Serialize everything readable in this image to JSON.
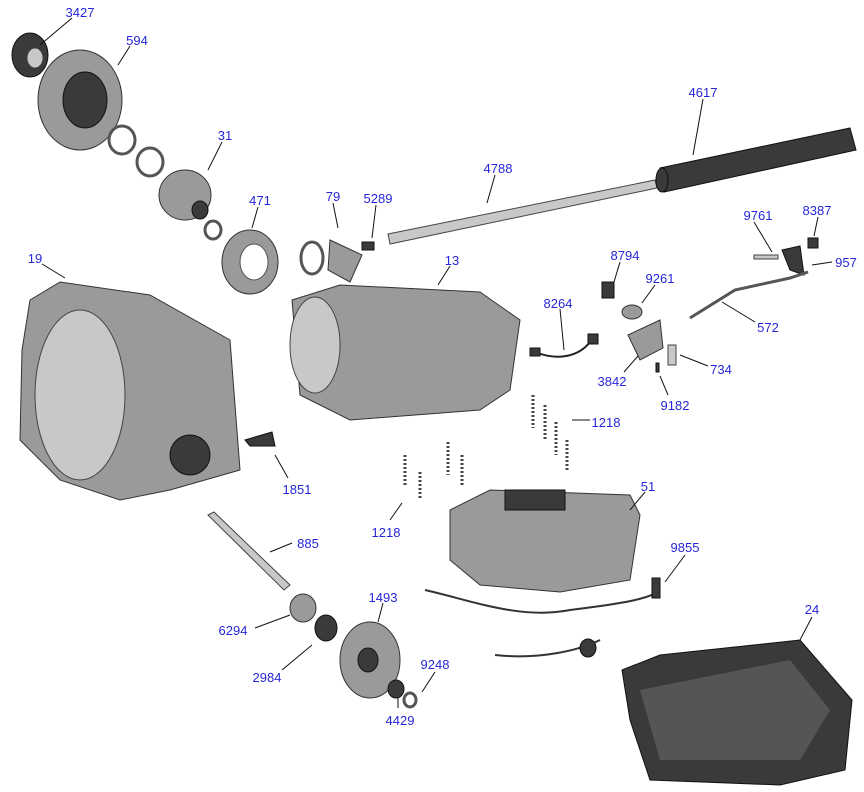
{
  "diagram": {
    "title": "Transmission exploded parts view",
    "label_color": "#2626d9",
    "callouts": [
      {
        "id": "c3427",
        "text": "3427"
      },
      {
        "id": "c594",
        "text": "594"
      },
      {
        "id": "c31",
        "text": "31"
      },
      {
        "id": "c471",
        "text": "471"
      },
      {
        "id": "c79",
        "text": "79"
      },
      {
        "id": "c5289",
        "text": "5289"
      },
      {
        "id": "c4788",
        "text": "4788"
      },
      {
        "id": "c4617",
        "text": "4617"
      },
      {
        "id": "c9761",
        "text": "9761"
      },
      {
        "id": "c8387",
        "text": "8387"
      },
      {
        "id": "c957",
        "text": "957"
      },
      {
        "id": "c19",
        "text": "19"
      },
      {
        "id": "c13",
        "text": "13"
      },
      {
        "id": "c8794",
        "text": "8794"
      },
      {
        "id": "c9261",
        "text": "9261"
      },
      {
        "id": "c8264",
        "text": "8264"
      },
      {
        "id": "c572",
        "text": "572"
      },
      {
        "id": "c3842",
        "text": "3842"
      },
      {
        "id": "c734",
        "text": "734"
      },
      {
        "id": "c9182",
        "text": "9182"
      },
      {
        "id": "c1218a",
        "text": "1218"
      },
      {
        "id": "c1851",
        "text": "1851"
      },
      {
        "id": "c1218b",
        "text": "1218"
      },
      {
        "id": "c51",
        "text": "51"
      },
      {
        "id": "c885",
        "text": "885"
      },
      {
        "id": "c9855",
        "text": "9855"
      },
      {
        "id": "c1493",
        "text": "1493"
      },
      {
        "id": "c24",
        "text": "24"
      },
      {
        "id": "c6294",
        "text": "6294"
      },
      {
        "id": "c2984",
        "text": "2984"
      },
      {
        "id": "c9248",
        "text": "9248"
      },
      {
        "id": "c4429",
        "text": "4429"
      }
    ]
  }
}
